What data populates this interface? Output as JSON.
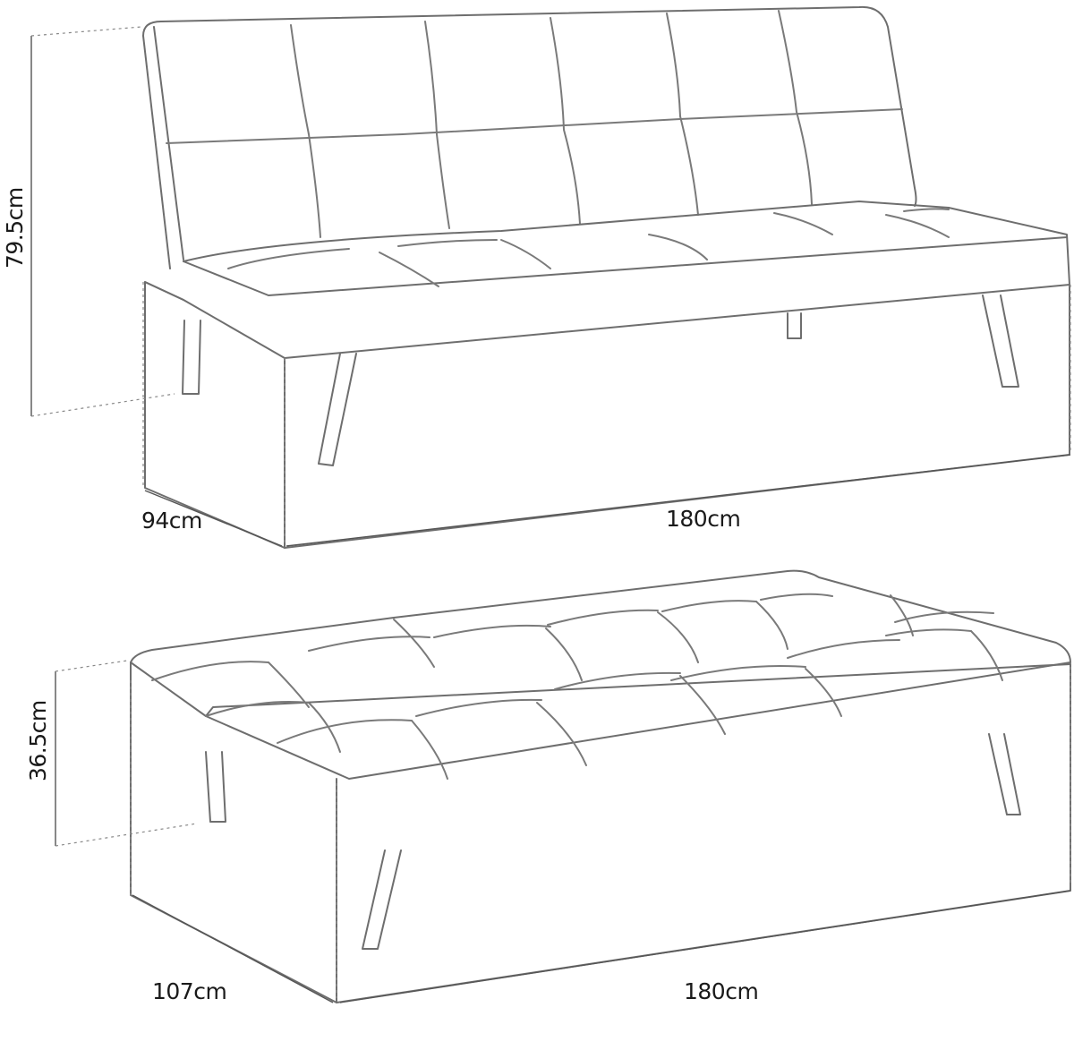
{
  "diagram": {
    "subject": "Sofa bed dimension drawing",
    "sofa_mode": {
      "height_label": "79.5cm",
      "depth_label": "94cm",
      "width_label": "180cm"
    },
    "bed_mode": {
      "height_label": "36.5cm",
      "depth_label": "107cm",
      "width_label": "180cm"
    },
    "colors": {
      "line": "#6e6e6e",
      "text": "#1a1a1a",
      "background": "#ffffff"
    }
  }
}
